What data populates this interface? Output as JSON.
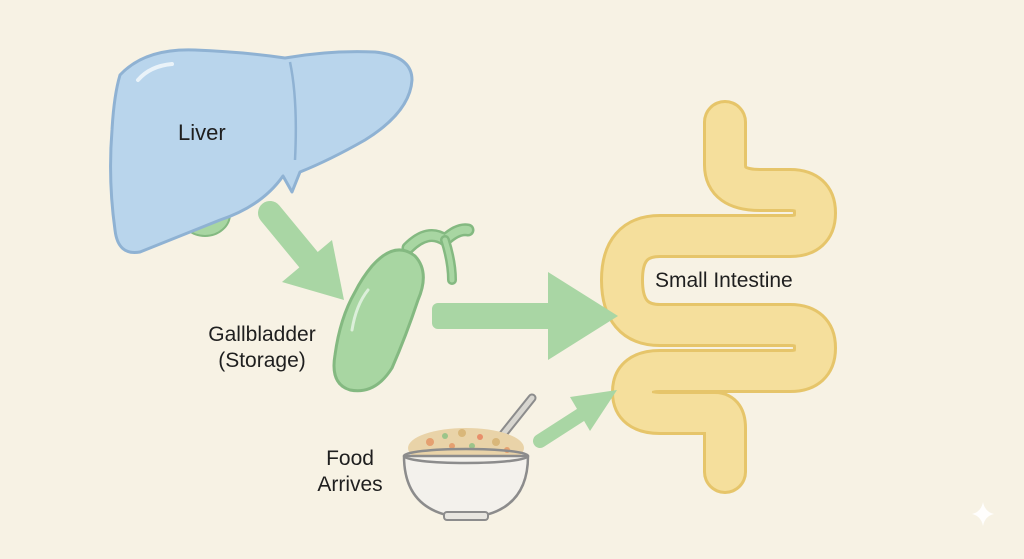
{
  "labels": {
    "liver": "Liver",
    "gallbladder_line1": "Gallbladder",
    "gallbladder_line2": "(Storage)",
    "food_line1": "Food",
    "food_line2": "Arrives",
    "small_intestine": "Small Intestine"
  },
  "colors": {
    "background": "#f7f2e4",
    "liver": "#b9d5ec",
    "liver_outline": "#8fb2d3",
    "gallbladder": "#a8d6a2",
    "gallbladder_outline": "#84b981",
    "arrow": "#a9d6a4",
    "intestine": "#f5df9c",
    "intestine_outline": "#e6c56a",
    "bowl": "#f3f1ec",
    "bowl_outline": "#8c8c8c"
  }
}
